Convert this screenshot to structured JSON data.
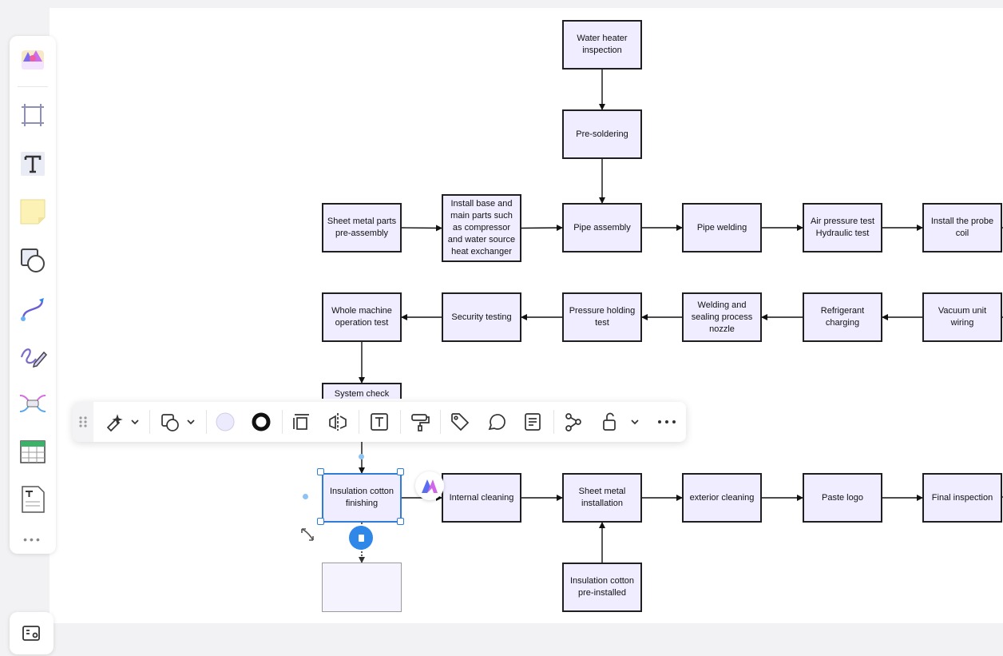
{
  "nodes": [
    {
      "id": "n1",
      "text": "Water heater inspection"
    },
    {
      "id": "n2",
      "text": "Pre-soldering"
    },
    {
      "id": "n3",
      "text": "Sheet metal parts pre-assembly"
    },
    {
      "id": "n4",
      "text": "Install base and main parts such as compressor and water source heat exchanger"
    },
    {
      "id": "n5",
      "text": "Pipe assembly"
    },
    {
      "id": "n6",
      "text": "Pipe welding"
    },
    {
      "id": "n7",
      "text": "Air pressure test Hydraulic test"
    },
    {
      "id": "n8",
      "text": "Install the probe coil"
    },
    {
      "id": "n9",
      "text": "Whole machine operation test"
    },
    {
      "id": "n10",
      "text": "Security testing"
    },
    {
      "id": "n11",
      "text": "Pressure holding test"
    },
    {
      "id": "n12",
      "text": "Welding and sealing process nozzle"
    },
    {
      "id": "n13",
      "text": "Refrigerant charging"
    },
    {
      "id": "n14",
      "text": "Vacuum unit wiring"
    },
    {
      "id": "n15",
      "text": "System check"
    },
    {
      "id": "n16",
      "text": "Insulation cotton finishing"
    },
    {
      "id": "n17",
      "text": "Internal cleaning"
    },
    {
      "id": "n18",
      "text": "Sheet metal installation"
    },
    {
      "id": "n19",
      "text": "exterior cleaning"
    },
    {
      "id": "n20",
      "text": "Paste logo"
    },
    {
      "id": "n21",
      "text": "Final inspection"
    },
    {
      "id": "n22",
      "text": "Insulation cotton pre-installed"
    },
    {
      "id": "n23",
      "text": ""
    }
  ],
  "edges": [
    [
      "n1",
      "n2"
    ],
    [
      "n2",
      "n5"
    ],
    [
      "n3",
      "n4"
    ],
    [
      "n4",
      "n5"
    ],
    [
      "n5",
      "n6"
    ],
    [
      "n6",
      "n7"
    ],
    [
      "n7",
      "n8"
    ],
    [
      "n14",
      "n13"
    ],
    [
      "n13",
      "n12"
    ],
    [
      "n12",
      "n11"
    ],
    [
      "n11",
      "n10"
    ],
    [
      "n10",
      "n9"
    ],
    [
      "n9",
      "n15"
    ],
    [
      "n15",
      "n16"
    ],
    [
      "n16",
      "n17"
    ],
    [
      "n17",
      "n18"
    ],
    [
      "n18",
      "n19"
    ],
    [
      "n19",
      "n20"
    ],
    [
      "n20",
      "n21"
    ],
    [
      "n22",
      "n18"
    ],
    [
      "n16",
      "n23"
    ]
  ],
  "selected_node": "n16",
  "colors": {
    "node_fill": "#efedff",
    "node_border": "#1f1f1f",
    "selection": "#2f7bd8",
    "accent": "#2f88e8"
  },
  "left_toolbar": [
    "app-logo-icon",
    "frame-icon",
    "text-icon",
    "sticky-note-icon",
    "shape-icon",
    "connector-icon",
    "pen-icon",
    "mind-map-icon",
    "table-icon",
    "document-icon",
    "more-icon"
  ],
  "context_toolbar": [
    "ai-magic-icon",
    "shape-switch-icon",
    "fill-color-icon",
    "border-style-icon",
    "align-icon",
    "flip-icon",
    "text-icon",
    "format-painter-icon",
    "tag-icon",
    "comment-icon",
    "note-icon",
    "connection-icon",
    "lock-icon",
    "more-icon"
  ]
}
